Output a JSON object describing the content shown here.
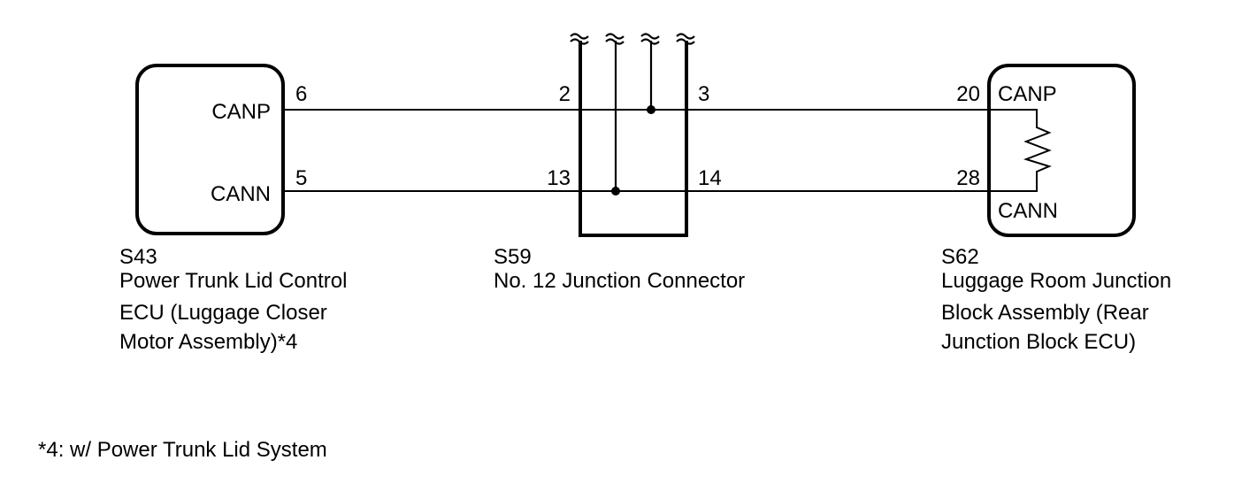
{
  "ecu_left": {
    "pin_canp_label": "CANP",
    "pin_cann_label": "CANN",
    "pin_canp_number": "6",
    "pin_cann_number": "5",
    "code": "S43",
    "name_lines": [
      "Power Trunk Lid Control",
      "ECU (Luggage Closer",
      "Motor Assembly)*4"
    ]
  },
  "junction": {
    "pin_in_canp": "2",
    "pin_out_canp": "3",
    "pin_in_cann": "13",
    "pin_out_cann": "14",
    "code": "S59",
    "name": "No. 12 Junction Connector"
  },
  "ecu_right": {
    "pin_canp_number": "20",
    "pin_cann_number": "28",
    "pin_canp_label": "CANP",
    "pin_cann_label": "CANN",
    "code": "S62",
    "name_lines": [
      "Luggage Room Junction",
      "Block Assembly (Rear",
      "Junction Block ECU)"
    ]
  },
  "footnote": "*4: w/ Power Trunk Lid System"
}
